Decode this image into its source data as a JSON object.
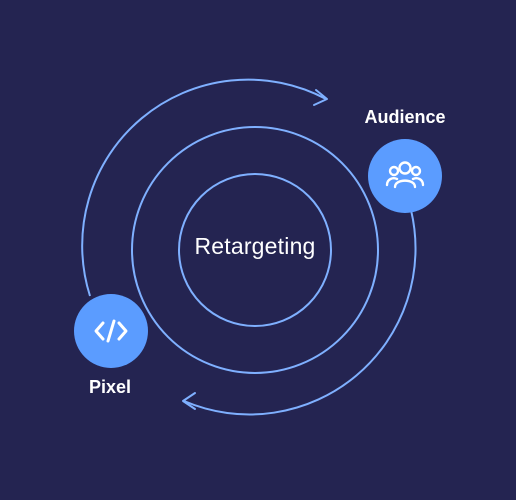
{
  "diagram": {
    "center_label": "Retargeting",
    "nodes": [
      {
        "id": "audience",
        "label": "Audience",
        "icon": "people-group-icon"
      },
      {
        "id": "pixel",
        "label": "Pixel",
        "icon": "code-icon"
      }
    ]
  },
  "colors": {
    "background": "#242451",
    "ring_stroke": "#7fb0ff",
    "node_fill": "#5b9cff",
    "text": "#ffffff"
  }
}
